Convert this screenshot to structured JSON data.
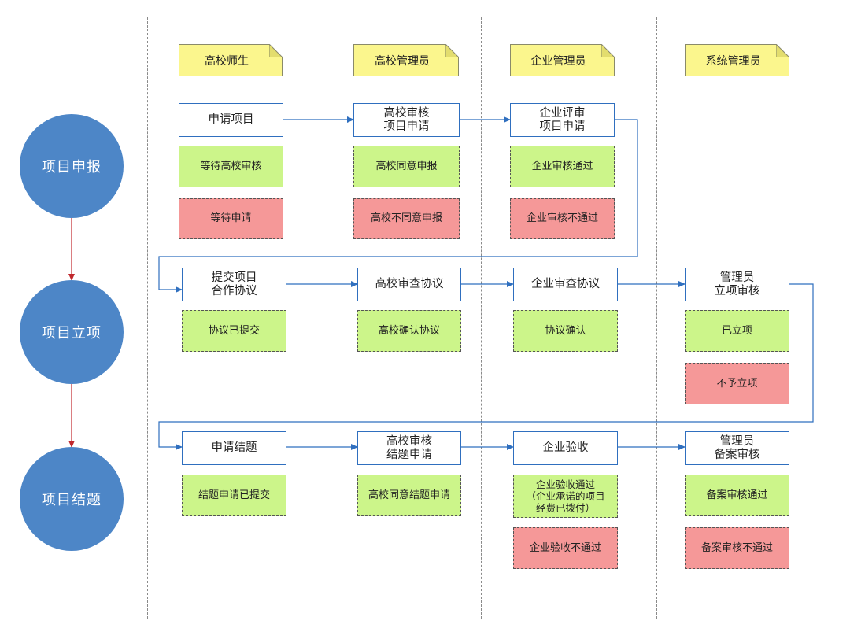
{
  "lanes": [
    "高校师生",
    "高校管理员",
    "企业管理员",
    "系统管理员"
  ],
  "stages": [
    "项目申报",
    "项目立项",
    "项目结题"
  ],
  "processes": {
    "apply_project": "申请项目",
    "univ_review_application": "高校审核\n项目申请",
    "ent_evaluate_application": "企业评审\n项目申请",
    "submit_agreement": "提交项目\n合作协议",
    "univ_check_agreement": "高校审查协议",
    "ent_check_agreement": "企业审查协议",
    "admin_approval_review": "管理员\n立项审核",
    "apply_closure": "申请结题",
    "univ_review_closure": "高校审核\n结题申请",
    "ent_acceptance": "企业验收",
    "admin_record_review": "管理员\n备案审核"
  },
  "statuses": {
    "waiting_univ_review": "等待高校审核",
    "waiting_apply": "等待申请",
    "univ_agree_apply": "高校同意申报",
    "univ_disagree_apply": "高校不同意申报",
    "ent_review_passed": "企业审核通过",
    "ent_review_failed": "企业审核不通过",
    "agreement_submitted": "协议已提交",
    "univ_confirm_agreement": "高校确认协议",
    "agreement_confirmed": "协议确认",
    "project_approved": "已立项",
    "project_not_approved": "不予立项",
    "closure_submitted": "结题申请已提交",
    "univ_agree_closure": "高校同意结题申请",
    "ent_acceptance_passed": "企业验收通过\n（企业承诺的项目\n经费已拨付）",
    "ent_acceptance_failed": "企业验收不通过",
    "record_review_passed": "备案审核通过",
    "record_review_failed": "备案审核不通过"
  },
  "colors": {
    "stage_fill": "#4d86c7",
    "note_fill": "#fbf68d",
    "process_border": "#2f6fbf",
    "status_pass_fill": "#ccf58a",
    "status_fail_fill": "#f59898",
    "flow_arrow": "#2f6fbf",
    "stage_arrow": "#c0282d"
  }
}
